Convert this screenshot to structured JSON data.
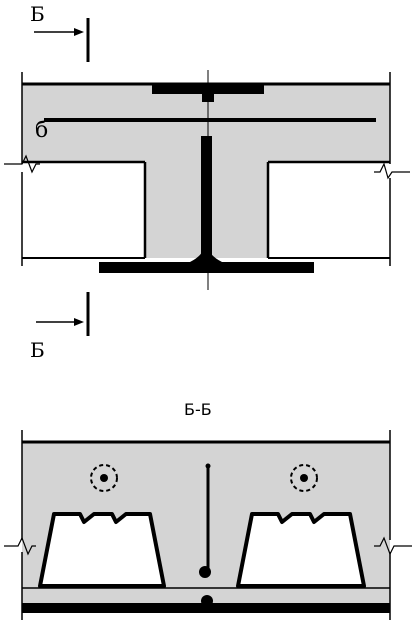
{
  "labels": {
    "section_top": "Б",
    "section_bottom": "Б",
    "rebar_b": "б",
    "section_title": "Б-Б"
  },
  "colors": {
    "concrete": "#d4d4d4",
    "steel": "#000000",
    "background": "#ffffff"
  }
}
